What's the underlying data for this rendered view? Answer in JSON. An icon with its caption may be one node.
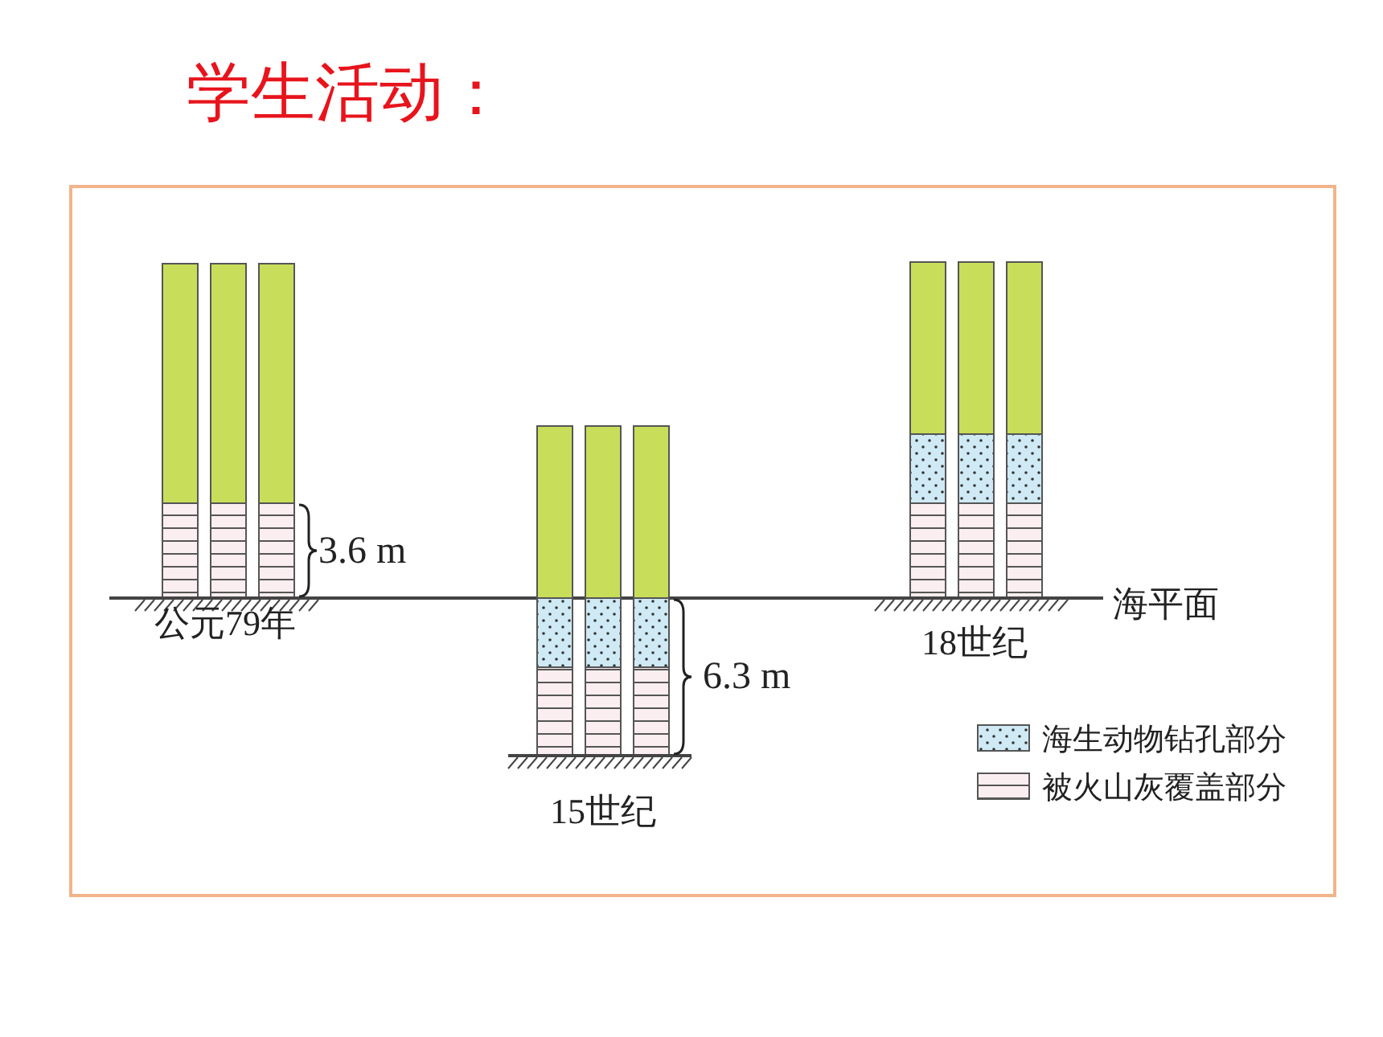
{
  "diagram": {
    "title": "学生活动：",
    "labels": [
      "3.6 m",
      "海平面",
      "公元79年",
      "18世纪",
      "6.3 m",
      "15世纪"
    ],
    "legend": [
      {
        "text": "海生动物钻孔部分"
      },
      {
        "text": "被火山灰覆盖部分"
      }
    ]
  }
}
